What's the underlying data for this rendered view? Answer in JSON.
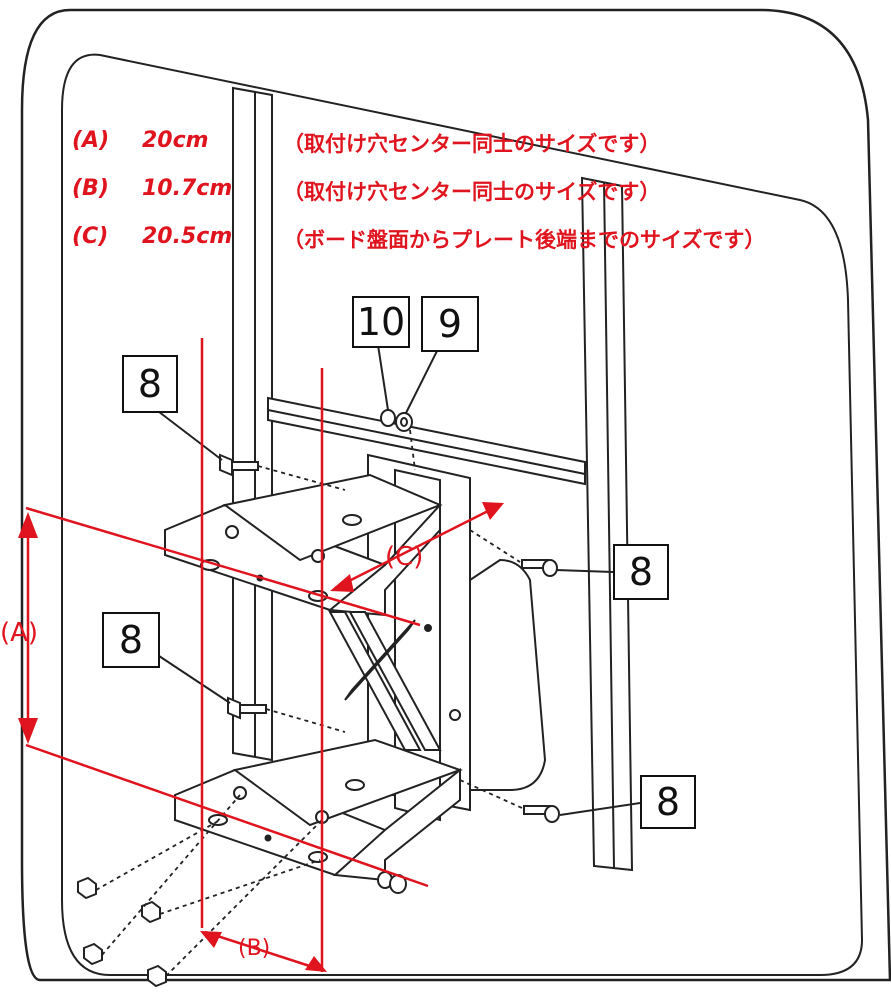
{
  "specs": [
    {
      "key": "(A)",
      "value": "20cm",
      "note": "（取付け穴センター同士のサイズです）"
    },
    {
      "key": "(B)",
      "value": "10.7cm",
      "note": "（取付け穴センター同士のサイズです）"
    },
    {
      "key": "(C)",
      "value": "20.5cm",
      "note": "（ボード盤面からプレート後端までのサイズです）"
    }
  ],
  "callouts": {
    "bolt_upper_left": "8",
    "nut": "10",
    "washer": "9",
    "bolt_right_upper": "8",
    "bolt_lower_left": "8",
    "bolt_right_lower": "8"
  },
  "dimensions": {
    "a": "(A)",
    "b": "(B)",
    "c": "(C)"
  },
  "colors": {
    "dimension": "#e0141e",
    "line": "#111111",
    "fill": "#ffffff"
  }
}
